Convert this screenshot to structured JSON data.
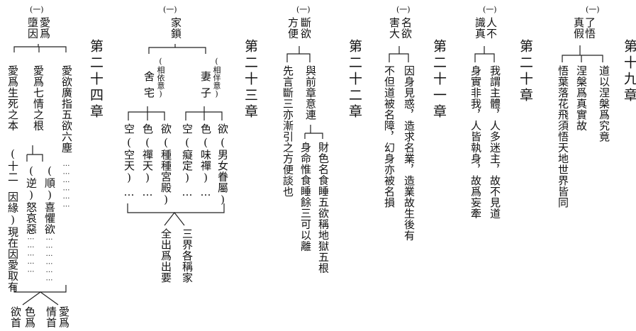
{
  "columns": {
    "c19": {
      "title": "第十九章",
      "group": "(一)",
      "head_a": "了悟",
      "head_b": "真假",
      "left": "悟葉落花飛須悟天地世界皆同",
      "mid": "涅槃爲真實故",
      "right": "道以涅槃爲究竟"
    },
    "c20": {
      "title": "第二十章",
      "group": "(一)",
      "head_a": "人不",
      "head_b": "識真",
      "left": "身實非我，人皆執身，故爲妄牽",
      "right": "我謂主體，人多迷主，故不見道"
    },
    "c21": {
      "title": "第二十一章",
      "group": "(一)",
      "head_a": "名欲",
      "head_b": "害大",
      "left": "不但道被名障，幻身亦被名損",
      "right": "因身見惑，造求名業，造業故生後有"
    },
    "c22": {
      "title": "第二十二章",
      "group": "(一)",
      "head_a": "斷欲",
      "head_b": "方便",
      "left": "先言斷三亦漸引之方便談也",
      "right": "與前章意連",
      "sub_left": "身命惟食睡餘三可以離",
      "sub_right": "財色名食睡五欲稱地獄五根"
    },
    "c23": {
      "title": "第二十三章",
      "group": "(一)",
      "head": "家鎖",
      "left_head": "舍宅",
      "left_note": "(相依意)",
      "right_head": "妻子",
      "right_note": "(相伴意)",
      "l1": "空",
      "l1n": "(空天)",
      "l2": "色",
      "l2n": "(禪天)",
      "l3": "欲",
      "l3n": "(種種宮殿)",
      "r1": "空",
      "r1n": "(癡定)",
      "r2": "色",
      "r2n": "(味禪)",
      "r3": "欲",
      "r3n": "(男女眷屬)",
      "dots": "…",
      "bottom_left": "全出爲出要",
      "bottom_right": "三界各稱家"
    },
    "c24": {
      "title": "第二十四章",
      "group": "(一)",
      "head_a": "愛爲",
      "head_b": "墮因",
      "left": "愛爲生死之本",
      "left_tail": "因緣)現在因愛取有",
      "left_paren": "(十二",
      "mid": "愛爲七情之根",
      "mid_a": "(順)喜懼欲",
      "mid_b": "(逆)怒哀惡",
      "right": "愛欲廣指五欲六塵",
      "dots": "………………",
      "bottom_a": "愛爲",
      "bottom_b": "情首",
      "bottom_c": "色爲",
      "bottom_d": "欲首"
    }
  }
}
